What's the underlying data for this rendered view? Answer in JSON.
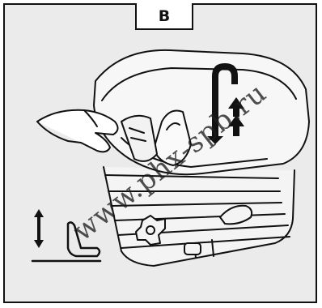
{
  "figure": {
    "panel_label": "B",
    "watermark": "www.phx-spb.ru",
    "icons": [
      "up-down-arrow-icon",
      "seat-height-icon",
      "adjustment-knob-icon",
      "seat-cushion-illustration",
      "hand-illustration"
    ],
    "colors": {
      "frame_background": "#ebebeb",
      "line": "#111111",
      "panel_label_background": "#ffffff"
    }
  }
}
